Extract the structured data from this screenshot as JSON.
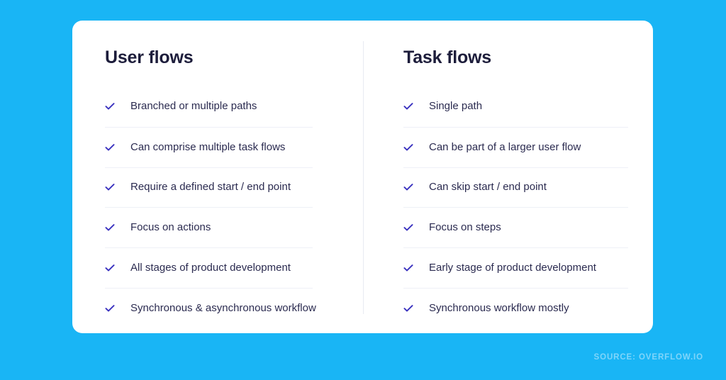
{
  "background_color": "#19b5f5",
  "card": {
    "background_color": "#ffffff",
    "columns": [
      {
        "title": "User flows",
        "items": [
          "Branched or multiple paths",
          "Can comprise multiple task flows",
          "Require a defined start / end point",
          "Focus on actions",
          "All stages of product development",
          "Synchronous & asynchronous workflow"
        ]
      },
      {
        "title": "Task flows",
        "items": [
          "Single path",
          "Can be part of a larger user flow",
          "Can skip start / end point",
          "Focus on steps",
          "Early stage of product development",
          "Synchronous workflow mostly"
        ]
      }
    ]
  },
  "icons": {
    "check": "check-icon"
  },
  "colors": {
    "check_mark": "#3a32bf",
    "title_text": "#1d1d3b",
    "body_text": "#2b2b50",
    "divider": "#eef0f7",
    "source_text": "#7fd5fa"
  },
  "source": {
    "label": "SOURCE: OVERFLOW.IO"
  }
}
